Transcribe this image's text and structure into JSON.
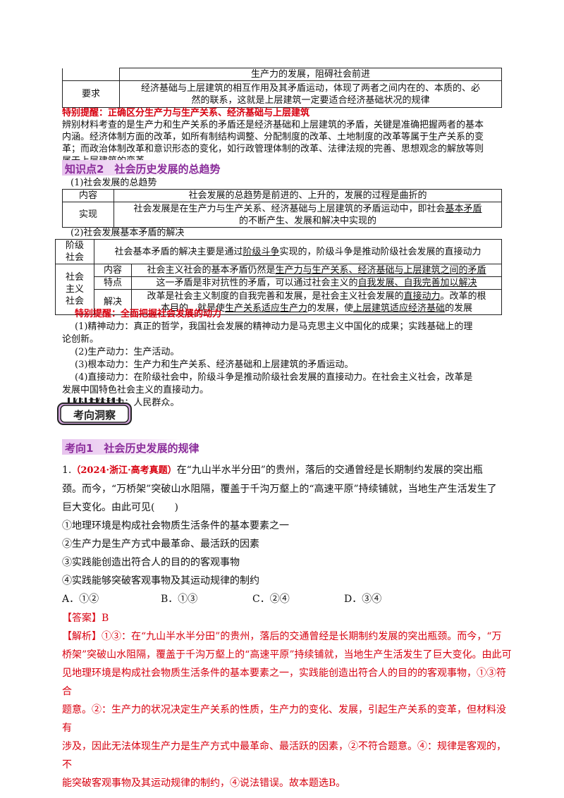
{
  "table_top": {
    "row1": "生产力的发展，阻碍社会前进",
    "req_label": "要求",
    "req_line1": "经济基础与上层建筑的相互作用及其矛盾运动，体现了两者之间内在的、本质的、必",
    "req_line2": "然的联系，这就是上层建筑一定要适合经济基础状况的规律"
  },
  "tip1": {
    "title": "特别提醒：正确区分生产力与生产关系、经济基础与上层建筑",
    "lines": [
      "辨别材料考查的是生产力和生产关系的矛盾还是经济基础和上层建筑的矛盾，关键是准确把握两者的基本",
      "内涵。经济体制方面的改革，如所有制结构调整、分配制度的改革、土地制度的改革等属于生产关系的变",
      "革；而政治体制改革和意识形态的变化，如行政管理体制的改革、法律法规的完善、思想观念的解放等则",
      "属于上层建筑的变革。"
    ]
  },
  "kp2": {
    "title": "知识点2　社会历史发展的总趋势"
  },
  "sub1": "(1)社会发展的总趋势",
  "table1": {
    "r1_label": "内容",
    "r1_text": "社会发展的总趋势是前进的、上升的，发展的过程是曲折的",
    "r2_label": "实现",
    "r2_line1a": "社会发展是在生产力与生产关系、经济基础与上层建筑的矛盾运动中，即社会",
    "r2_line1b": "基本矛盾",
    "r2_line2": "的不断产生、发展和解决中实现的"
  },
  "sub2": "(2)社会发展基本矛盾的解决",
  "table2": {
    "jieji_label1": "阶级",
    "jieji_label2": "社会",
    "jieji_a": "社会基本矛盾的解决主要是通过",
    "jieji_b": "阶级斗争",
    "jieji_c": "实现的，阶级斗争是推动阶级社会发展的直接动力",
    "sh_label1": "社会",
    "sh_label2": "主义",
    "sh_label3": "社会",
    "nr_label": "内容",
    "nr_a": "社会主义社会的基本矛盾仍然是",
    "nr_b": "生产力与生产关系、经济基础与上层建筑之间的矛盾",
    "td_label": "特点",
    "td_a": "这一矛盾是非对抗性的矛盾，可以通过社会主义的",
    "td_b": "自我发展、自我完善加以解决",
    "jj_label": "解决",
    "jj_1a": "改革是社会主义制度的自我完善和发展，是社会主义社会发展的",
    "jj_1b": "直接动力",
    "jj_1c": "。改革的根",
    "jj_2a": "本目的，就是使",
    "jj_2b": "生产关系适应生产力",
    "jj_2c": "的发展，使",
    "jj_2d": "上层建筑适应经济基础",
    "jj_2e": "的发展"
  },
  "tip2": {
    "title": "特别提醒：全面把握社会发展的动力",
    "items": [
      "(1)精神动力：真正的哲学，我国社会发展的精神动力是马克思主义中国化的成果；实践基础上的理",
      "论创新。",
      "(2)生产动力：生产活动。",
      "(3)根本动力：生产力和生产关系、经济基础和上层建筑的矛盾运动。",
      "(4)直接动力：在阶级社会中，阶级斗争是推动阶级社会发展的直接动力。在社会主义社会，改革是",
      "发展中国特色社会主义的直接动力。",
      "(5)主体动力：人民群众。"
    ]
  },
  "badge": "考向洞察",
  "kx1": {
    "title": "考向1　社会历史发展的规律"
  },
  "question": {
    "num": "1.",
    "source": "（2024·浙江·高考真题）",
    "stem1": "在“九山半水半分田”的贵州，落后的交通曾经是长期制约发展的突出瓶",
    "stem2": "颈。而今，“万桥架”突破山水阻隔，覆盖于千沟万壑上的“高速平原”持续铺就，当地生产生活发生了",
    "stem3": "巨大变化。由此可见(　　)",
    "opts": [
      "①地理环境是构成社会物质生活条件的基本要素之一",
      "②生产力是生产方式中最革命、最活跃的因素",
      "③实践能创造出符合人的目的的客观事物",
      "④实践能够突破客观事物及其运动规律的制约"
    ],
    "choices": [
      "A．①②",
      "B．①③",
      "C．②④",
      "D．③④"
    ]
  },
  "answer": {
    "label": "【答案】",
    "value": "B",
    "analysis_label": "【解析】",
    "lines": [
      "①③：在“九山半水半分田”的贵州，落后的交通曾经是长期制约发展的突出瓶颈。而今，“万",
      "桥架”突破山水阻隔，覆盖于千沟万壑上的“高速平原”持续铺就，当地生产生活发生了巨大变化。由此可",
      "见地理环境是构成社会物质生活条件的基本要素之一，实践能创造出符合人的目的的客观事物，①③符合",
      "题意。②：生产力的状况决定生产关系的性质，生产力的变化、发展，引起生产关系的变革，但材料没有",
      "涉及，因此无法体现生产力是生产方式中最革命、最活跃的因素，②不符合题意。④：规律是客观的，不",
      "能突破客观事物及其运动规律的制约，④说法错误。故本题选B。"
    ]
  }
}
